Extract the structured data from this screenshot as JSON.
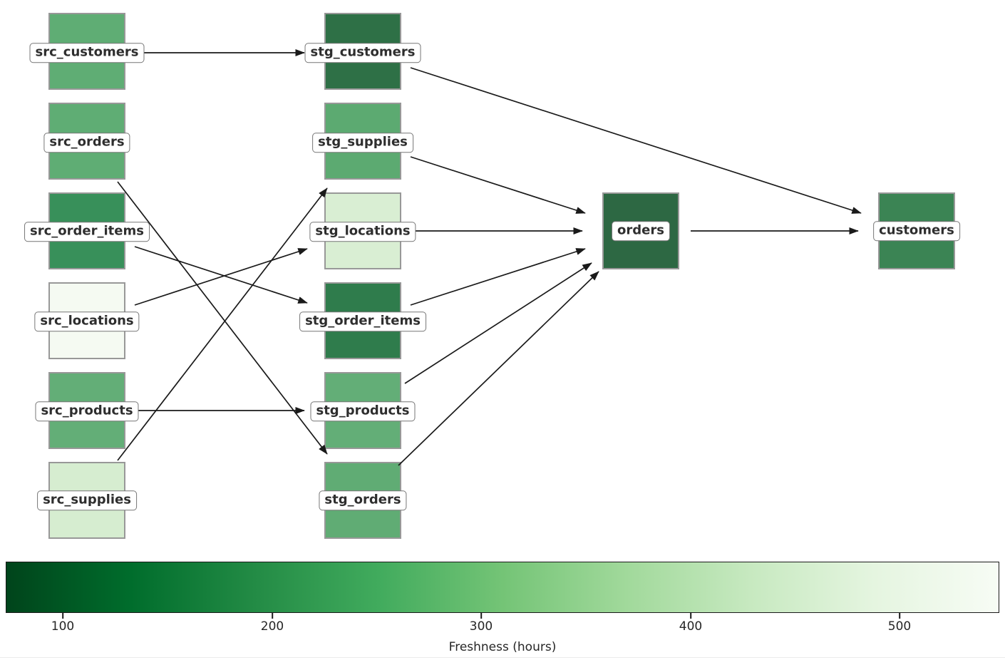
{
  "figure": {
    "type": "dag-lineage-diagram",
    "background_color": "#ffffff",
    "edge_color": "#1a1a1a"
  },
  "graph": {
    "nodes": [
      {
        "id": "src_customers",
        "label": "src_customers",
        "color": "#5fad74",
        "column": "source",
        "row": 1
      },
      {
        "id": "src_orders",
        "label": "src_orders",
        "color": "#5fad74",
        "column": "source",
        "row": 2
      },
      {
        "id": "src_order_items",
        "label": "src_order_items",
        "color": "#38905a",
        "column": "source",
        "row": 3
      },
      {
        "id": "src_locations",
        "label": "src_locations",
        "color": "#f5faf2",
        "column": "source",
        "row": 4
      },
      {
        "id": "src_products",
        "label": "src_products",
        "color": "#63ae77",
        "column": "source",
        "row": 5
      },
      {
        "id": "src_supplies",
        "label": "src_supplies",
        "color": "#d6edd0",
        "column": "source",
        "row": 6
      },
      {
        "id": "stg_customers",
        "label": "stg_customers",
        "color": "#2e7046",
        "column": "staging",
        "row": 1
      },
      {
        "id": "stg_supplies",
        "label": "stg_supplies",
        "color": "#5caa71",
        "column": "staging",
        "row": 2
      },
      {
        "id": "stg_locations",
        "label": "stg_locations",
        "color": "#d9eed3",
        "column": "staging",
        "row": 3
      },
      {
        "id": "stg_order_items",
        "label": "stg_order_items",
        "color": "#2f7c4c",
        "column": "staging",
        "row": 4
      },
      {
        "id": "stg_products",
        "label": "stg_products",
        "color": "#63ae77",
        "column": "staging",
        "row": 5
      },
      {
        "id": "stg_orders",
        "label": "stg_orders",
        "color": "#60ac74",
        "column": "staging",
        "row": 6
      },
      {
        "id": "orders",
        "label": "orders",
        "color": "#2d6843",
        "column": "marts",
        "row": 3
      },
      {
        "id": "customers",
        "label": "customers",
        "color": "#3b8454",
        "column": "marts",
        "row": 3
      }
    ],
    "edges": [
      {
        "source": "src_customers",
        "target": "stg_customers"
      },
      {
        "source": "src_orders",
        "target": "stg_orders"
      },
      {
        "source": "src_order_items",
        "target": "stg_order_items"
      },
      {
        "source": "src_locations",
        "target": "stg_locations"
      },
      {
        "source": "src_products",
        "target": "stg_products"
      },
      {
        "source": "src_supplies",
        "target": "stg_supplies"
      },
      {
        "source": "stg_customers",
        "target": "customers"
      },
      {
        "source": "stg_supplies",
        "target": "orders"
      },
      {
        "source": "stg_locations",
        "target": "orders"
      },
      {
        "source": "stg_order_items",
        "target": "orders"
      },
      {
        "source": "stg_products",
        "target": "orders"
      },
      {
        "source": "stg_orders",
        "target": "orders"
      },
      {
        "source": "orders",
        "target": "customers"
      }
    ]
  },
  "colorbar": {
    "label": "Freshness (hours)",
    "ticks": [
      "100",
      "200",
      "300",
      "400",
      "500"
    ],
    "gradient_left_to_right": [
      "#00441b",
      "#006d2c",
      "#238b45",
      "#41ab5d",
      "#74c476",
      "#a1d99b",
      "#c7e9c0",
      "#e5f5e0",
      "#f7fcf5"
    ],
    "meaning": "dark green = low freshness hours, light = high"
  }
}
